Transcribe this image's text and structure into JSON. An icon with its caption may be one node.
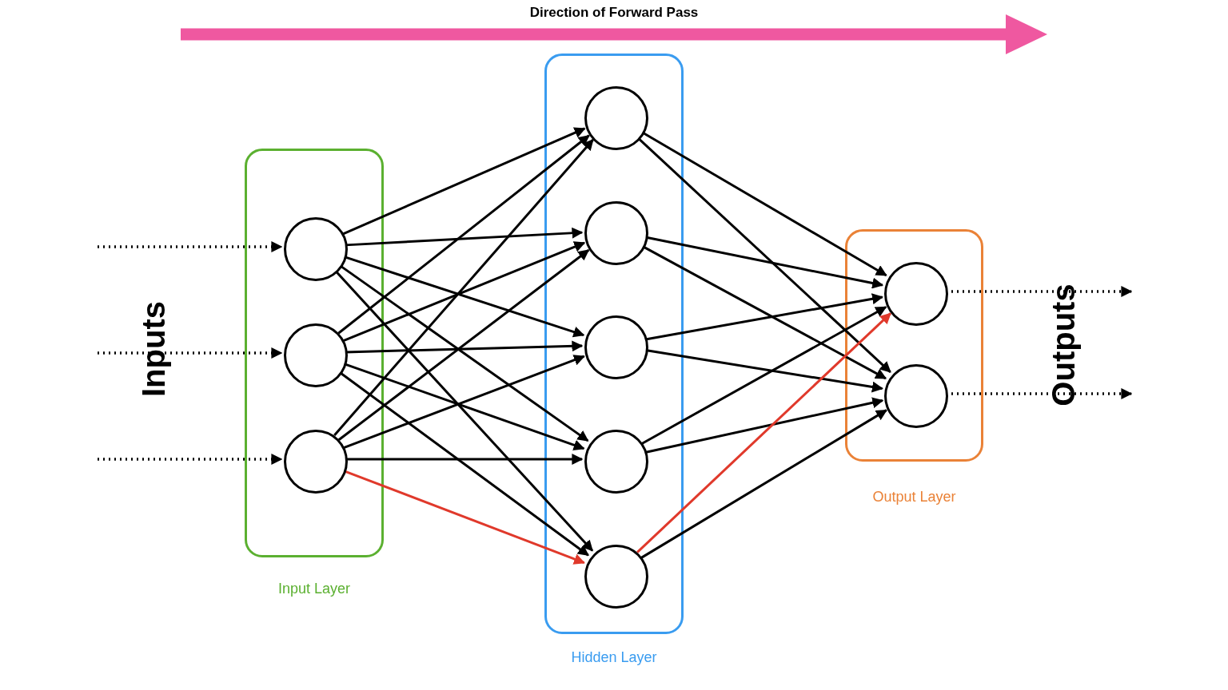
{
  "diagram": {
    "title": "Direction of Forward Pass",
    "nodes": [
      {
        "text": [
          "Input Layer"
        ]
      },
      {
        "text": [],
        "shape": "circle",
        "in": 0
      },
      {
        "text": [],
        "shape": "circle",
        "in": 0
      },
      {
        "text": [],
        "shape": "circle",
        "in": 0
      },
      {
        "text": [
          "Hidden Layer"
        ]
      },
      {
        "text": [],
        "shape": "circle",
        "in": 4
      },
      {
        "text": [],
        "shape": "circle",
        "in": 4
      },
      {
        "text": [],
        "shape": "circle",
        "in": 4
      },
      {
        "text": [],
        "shape": "circle",
        "in": 4
      },
      {
        "text": [],
        "shape": "circle",
        "in": 4
      },
      {
        "text": [
          "Output Layer"
        ]
      },
      {
        "text": [],
        "shape": "circle",
        "in": 10
      },
      {
        "text": [],
        "shape": "circle",
        "in": 10
      }
    ],
    "edges": [
      {
        "from": null,
        "to": 1,
        "arrow": "to",
        "style": "dashed"
      },
      {
        "from": null,
        "to": 2,
        "arrow": "to",
        "style": "dashed"
      },
      {
        "from": null,
        "to": 3,
        "arrow": "to",
        "style": "dashed"
      },
      {
        "from": 1,
        "to": 5,
        "arrow": "to"
      },
      {
        "from": 1,
        "to": 6,
        "arrow": "to"
      },
      {
        "from": 1,
        "to": 7,
        "arrow": "to"
      },
      {
        "from": 1,
        "to": 8,
        "arrow": "to"
      },
      {
        "from": 1,
        "to": 9,
        "arrow": "to"
      },
      {
        "from": 2,
        "to": 5,
        "arrow": "to"
      },
      {
        "from": 2,
        "to": 6,
        "arrow": "to"
      },
      {
        "from": 2,
        "to": 7,
        "arrow": "to"
      },
      {
        "from": 2,
        "to": 8,
        "arrow": "to"
      },
      {
        "from": 2,
        "to": 9,
        "arrow": "to"
      },
      {
        "from": 3,
        "to": 5,
        "arrow": "to"
      },
      {
        "from": 3,
        "to": 6,
        "arrow": "to"
      },
      {
        "from": 3,
        "to": 7,
        "arrow": "to"
      },
      {
        "from": 3,
        "to": 8,
        "arrow": "to"
      },
      {
        "from": 3,
        "to": 9,
        "arrow": "to",
        "color": "#e0392b"
      },
      {
        "from": 5,
        "to": 11,
        "arrow": "to"
      },
      {
        "from": 5,
        "to": 12,
        "arrow": "to"
      },
      {
        "from": 6,
        "to": 11,
        "arrow": "to"
      },
      {
        "from": 6,
        "to": 12,
        "arrow": "to"
      },
      {
        "from": 7,
        "to": 11,
        "arrow": "to"
      },
      {
        "from": 7,
        "to": 12,
        "arrow": "to"
      },
      {
        "from": 8,
        "to": 11,
        "arrow": "to"
      },
      {
        "from": 8,
        "to": 12,
        "arrow": "to"
      },
      {
        "from": 9,
        "to": 11,
        "arrow": "to",
        "color": "#e0392b"
      },
      {
        "from": 9,
        "to": 12,
        "arrow": "to"
      },
      {
        "from": 11,
        "to": null,
        "arrow": "to",
        "style": "dashed"
      },
      {
        "from": 12,
        "to": null,
        "arrow": "to",
        "style": "dashed"
      }
    ],
    "labels": [
      "Inputs",
      "Outputs"
    ]
  }
}
